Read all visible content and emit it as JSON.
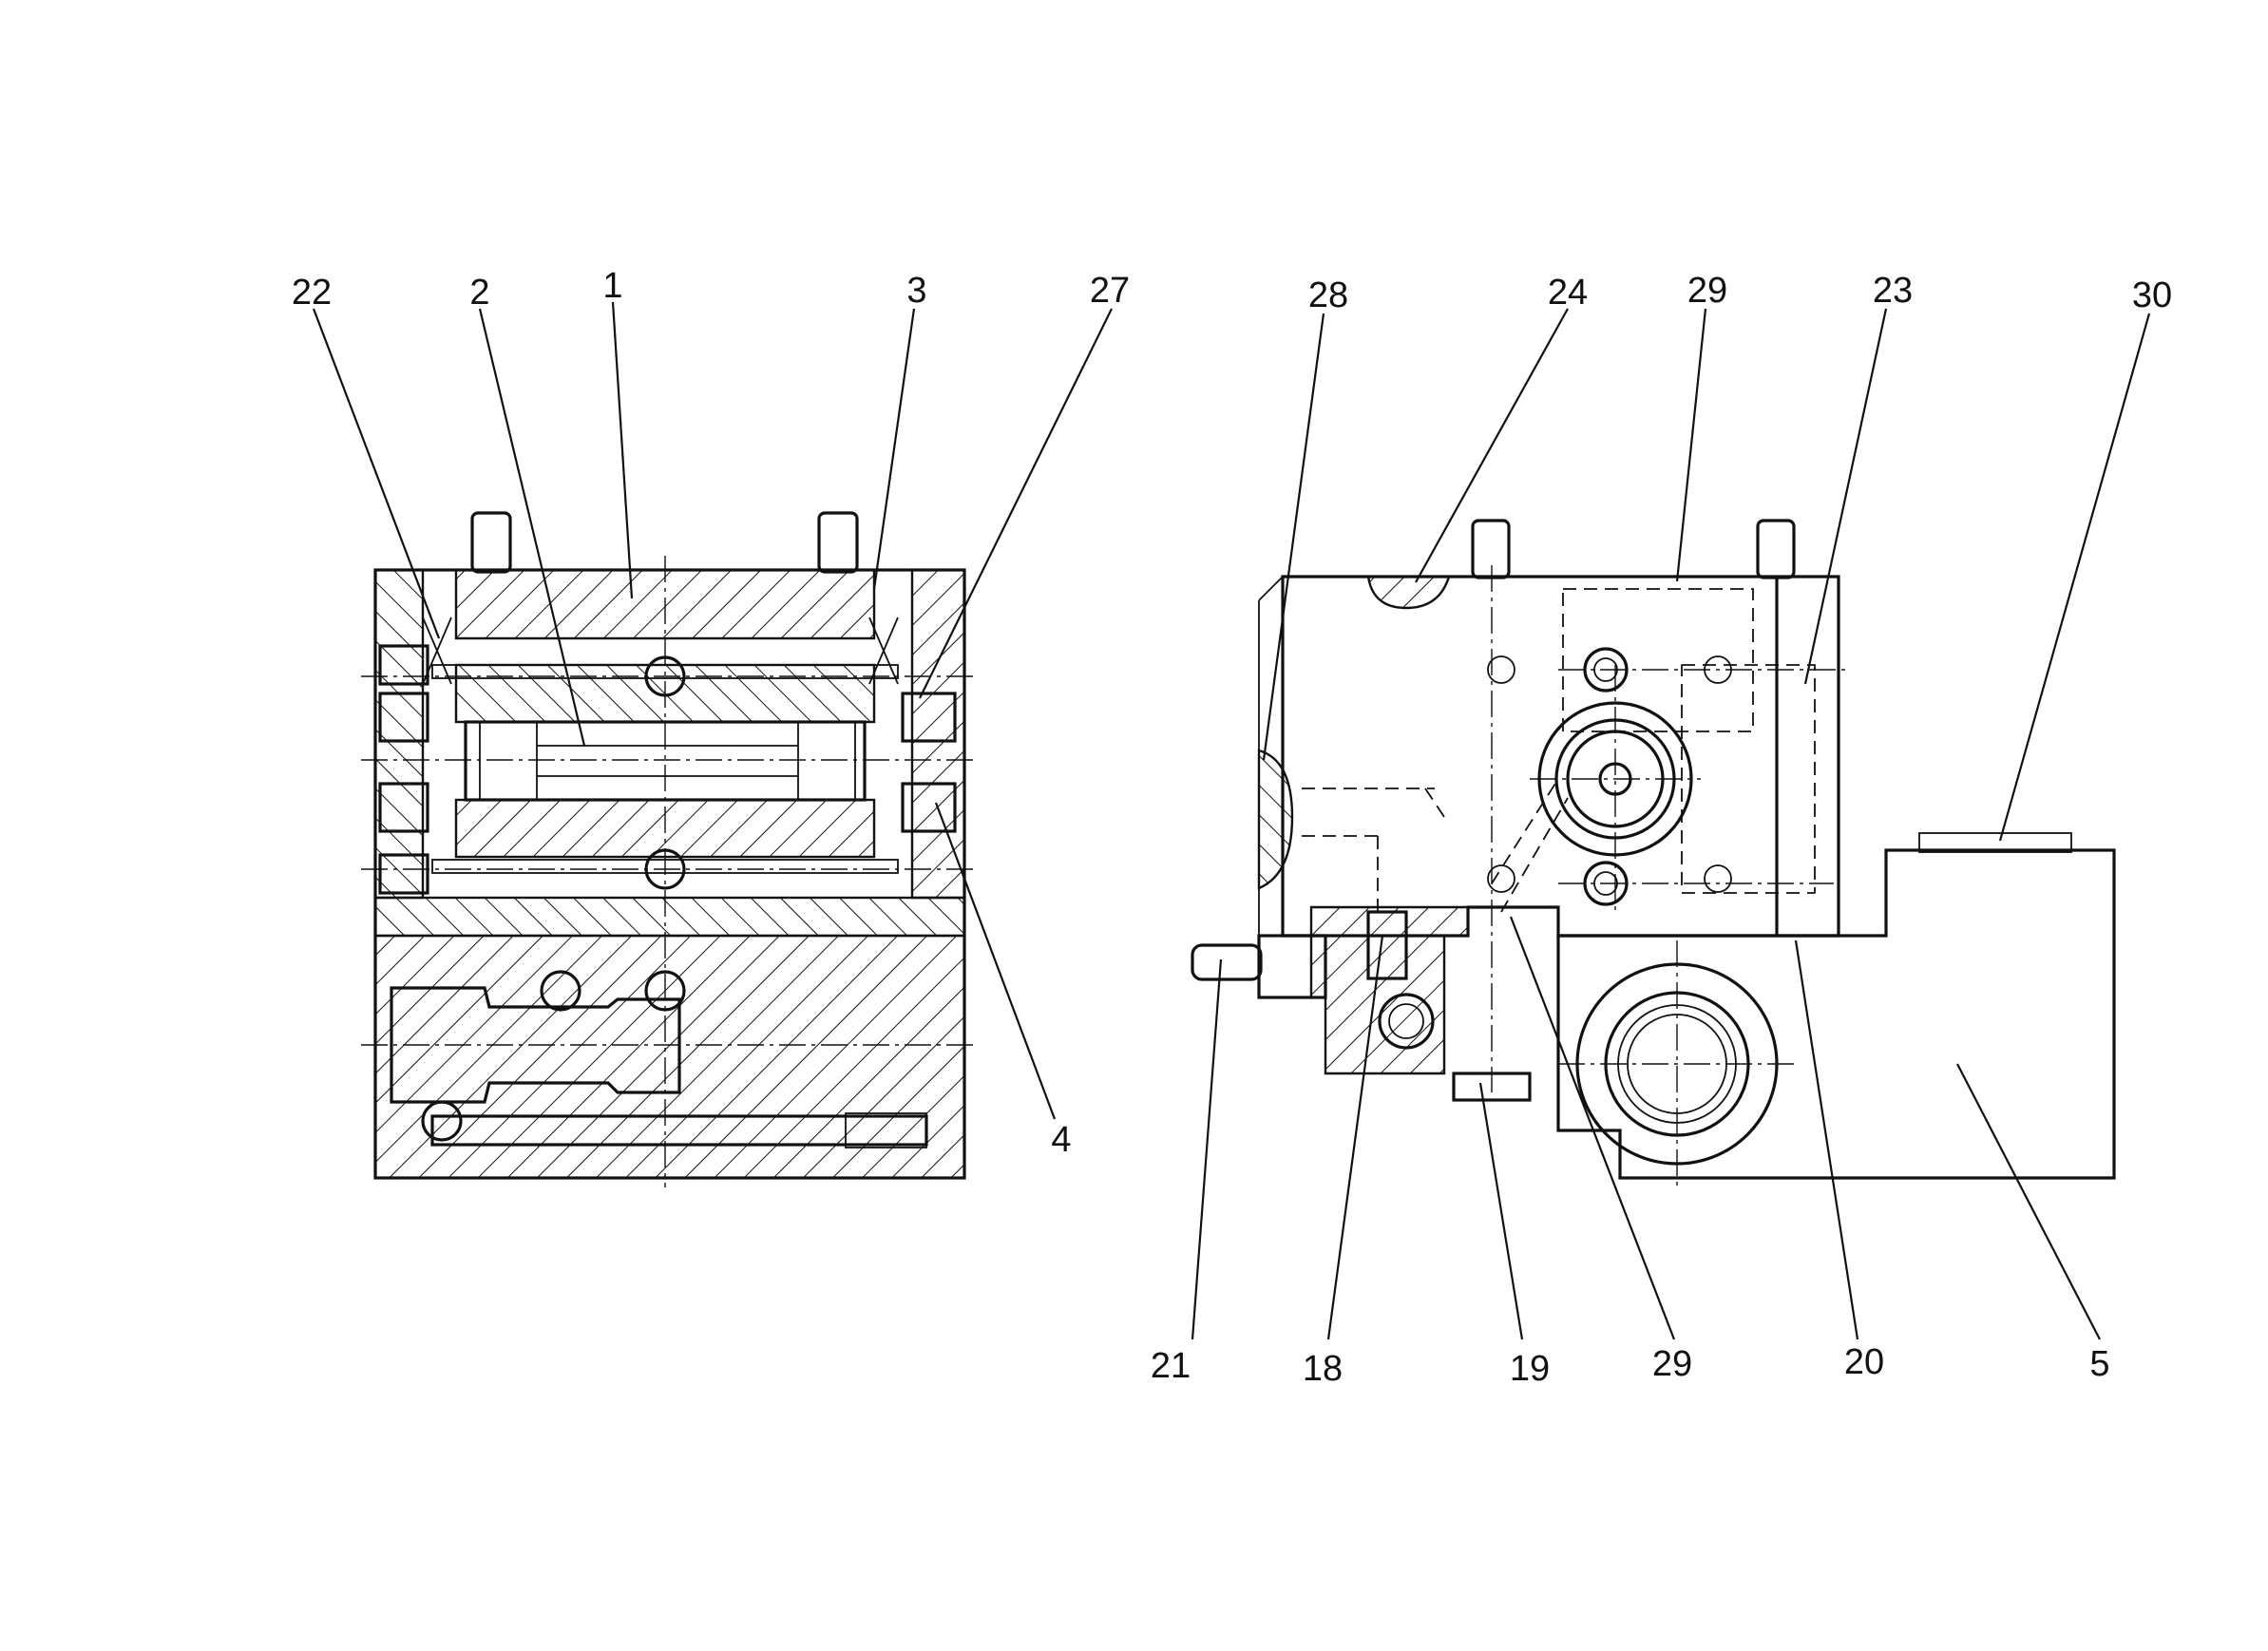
{
  "callouts": {
    "c22": "22",
    "c2": "2",
    "c1": "1",
    "c3": "3",
    "c27": "27",
    "c4": "4",
    "c28": "28",
    "c24": "24",
    "c29_top": "29",
    "c23": "23",
    "c30": "30",
    "c21": "21",
    "c18": "18",
    "c19": "19",
    "c29_bottom": "29",
    "c20": "20",
    "c5": "5"
  }
}
